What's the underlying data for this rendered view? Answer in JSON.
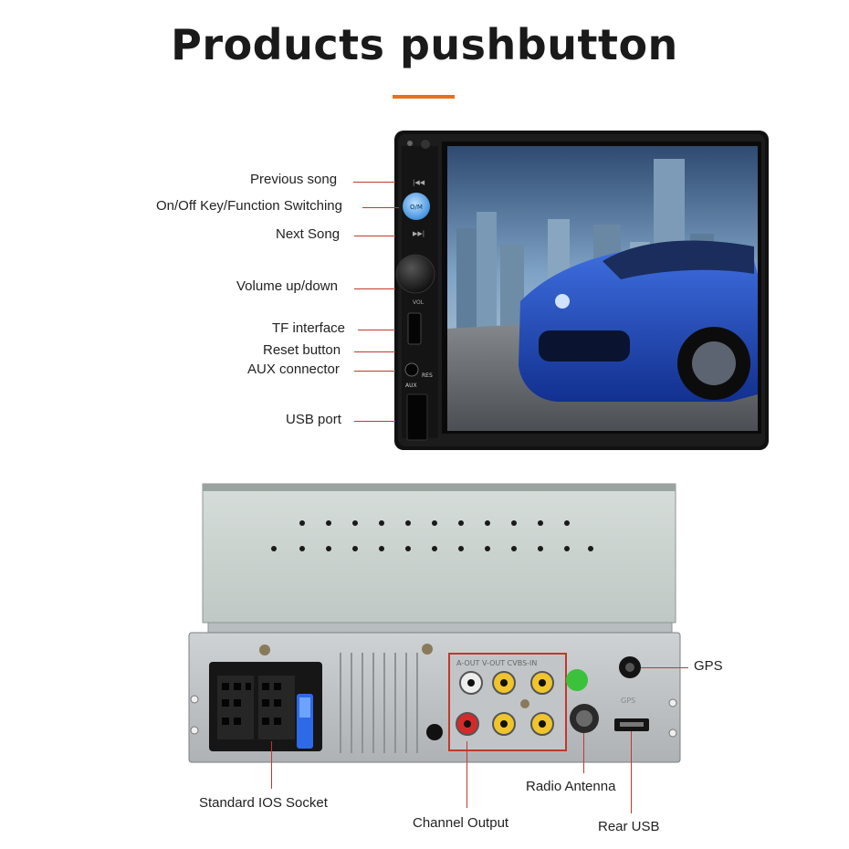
{
  "heading": {
    "title": "Products pushbutton",
    "accent_color": "#e6711c"
  },
  "front_panel": {
    "labels": {
      "previous_song": "Previous song",
      "onoff_key": "On/Off Key/Function Switching",
      "next_song": "Next Song",
      "volume": "Volume up/down",
      "tf": "TF interface",
      "reset": "Reset button",
      "aux": "AUX connector",
      "usb": "USB port"
    },
    "button_marks": {
      "power": "O/M",
      "vol": "VOL",
      "res": "RES",
      "aux": "AUX"
    }
  },
  "back_panel": {
    "labels": {
      "gps": "GPS",
      "ios_socket": "Standard IOS Socket",
      "channel_output": "Channel Output",
      "radio_antenna": "Radio Antenna",
      "rear_usb": "Rear USB"
    },
    "rca_marks": {
      "aout": "A-OUT",
      "vout": "V-OUT",
      "cvbs": "CVBS-IN",
      "gps_mark": "GPS"
    }
  },
  "callout_color": "#c0392b"
}
